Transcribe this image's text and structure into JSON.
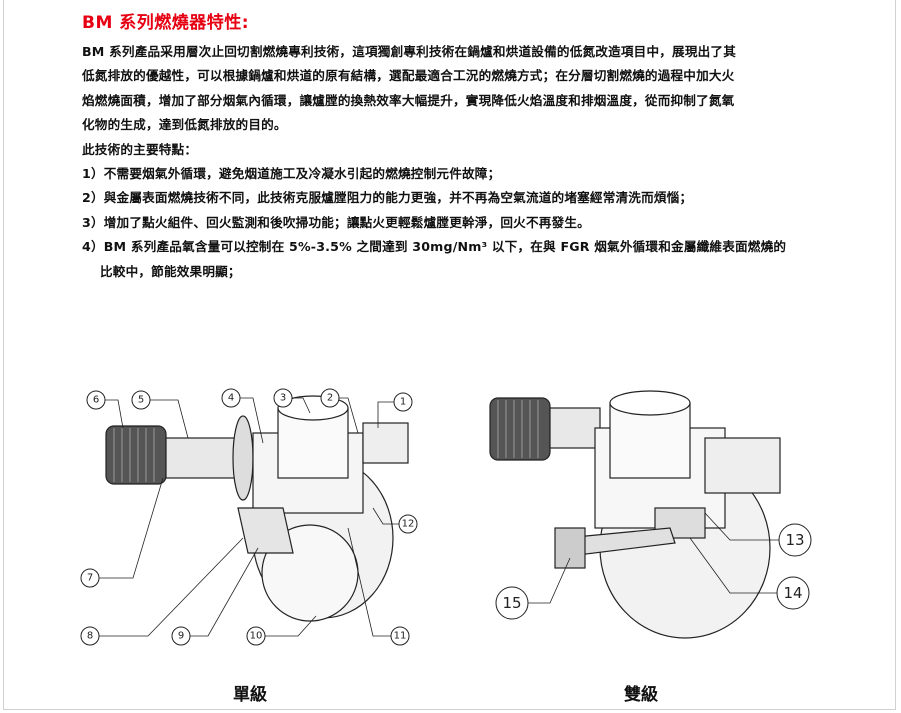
{
  "title": "BM 系列燃燒器特性:",
  "paragraph": [
    "BM 系列產品采用層次止回切割燃燒專利技術，這項獨創專利技術在鍋爐和烘道設備的低氮改造項目中，展現出了其",
    "低氮排放的優越性，可以根據鍋爐和烘道的原有結構，選配最適合工況的燃燒方式；在分層切割燃燒的過程中加大火",
    "焰燃燒面積，增加了部分烟氣內循環，讓爐膛的換熱效率大幅提升，實現降低火焰溫度和排烟溫度，從而抑制了氮氧",
    "化物的生成，達到低氮排放的目的。"
  ],
  "features_heading": "此技術的主要特點：",
  "features": [
    "1）不需要烟氣外循環，避免烟道施工及冷凝水引起的燃燒控制元件故障；",
    "2）與金屬表面燃燒技術不同，此技術克服爐膛阻力的能力更強，并不再為空氣流道的堵塞經常清洗而煩惱；",
    "3）增加了點火組件、回火監測和後吹掃功能；讓點火更輕鬆爐膛更幹淨，回火不再發生。",
    "4）BM 系列產品氧含量可以控制在 5%-3.5% 之間達到 30mg/Nm³ 以下，在與 FGR 烟氣外循環和金屬纖維表面燃燒的"
  ],
  "features_continuation": "比較中，節能效果明顯；",
  "figures": {
    "single": {
      "caption": "單級",
      "callouts": [
        "1",
        "2",
        "3",
        "4",
        "5",
        "6",
        "7",
        "8",
        "9",
        "10",
        "11",
        "12"
      ]
    },
    "double": {
      "caption": "雙級",
      "callouts": [
        "13",
        "14",
        "15"
      ]
    }
  }
}
